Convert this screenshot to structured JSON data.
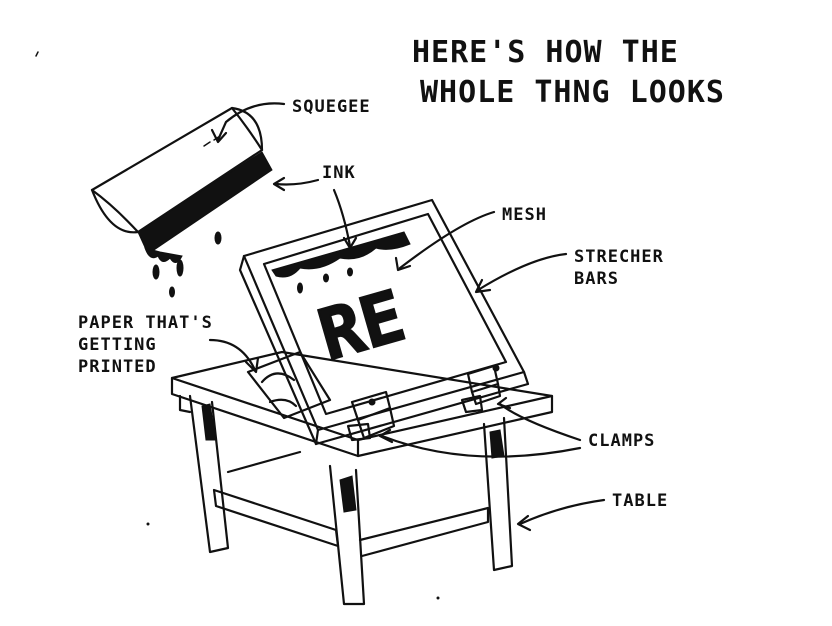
{
  "title": {
    "line1": "HERE'S HOW THE",
    "line2": "WHOLE THNG LOOKS"
  },
  "labels": {
    "squegee": "SQUEGEE",
    "ink": "INK",
    "mesh": "MESH",
    "strecher_line1": "STRECHER",
    "strecher_line2": "BARS",
    "paper_line1": "PAPER THAT'S",
    "paper_line2": "GETTING",
    "paper_line3": "PRINTED",
    "clamps": "CLAMPS",
    "table": "TABLE"
  },
  "screen_print_letters": "RE"
}
